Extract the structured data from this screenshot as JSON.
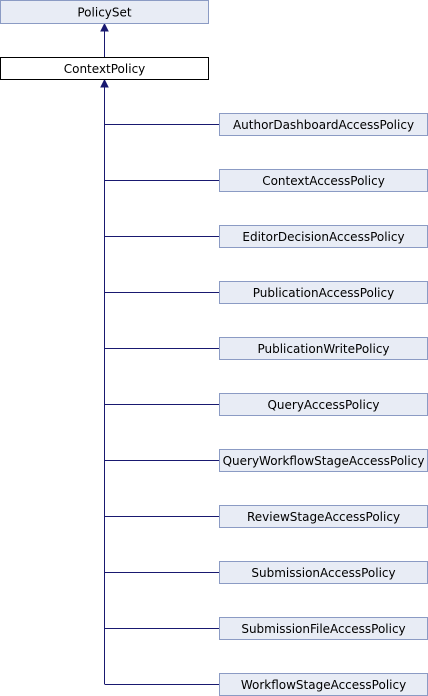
{
  "diagram": {
    "parent": {
      "label": "PolicySet"
    },
    "base": {
      "label": "ContextPolicy"
    },
    "children": [
      {
        "label": "AuthorDashboardAccessPolicy"
      },
      {
        "label": "ContextAccessPolicy"
      },
      {
        "label": "EditorDecisionAccessPolicy"
      },
      {
        "label": "PublicationAccessPolicy"
      },
      {
        "label": "PublicationWritePolicy"
      },
      {
        "label": "QueryAccessPolicy"
      },
      {
        "label": "QueryWorkflowStageAccessPolicy"
      },
      {
        "label": "ReviewStageAccessPolicy"
      },
      {
        "label": "SubmissionAccessPolicy"
      },
      {
        "label": "SubmissionFileAccessPolicy"
      },
      {
        "label": "WorkflowStageAccessPolicy"
      }
    ],
    "colors": {
      "box_fill": "#e8ecf5",
      "box_border": "#8b9bc4",
      "base_fill": "#ffffff",
      "base_border": "#000000",
      "edge": "#191970"
    }
  }
}
